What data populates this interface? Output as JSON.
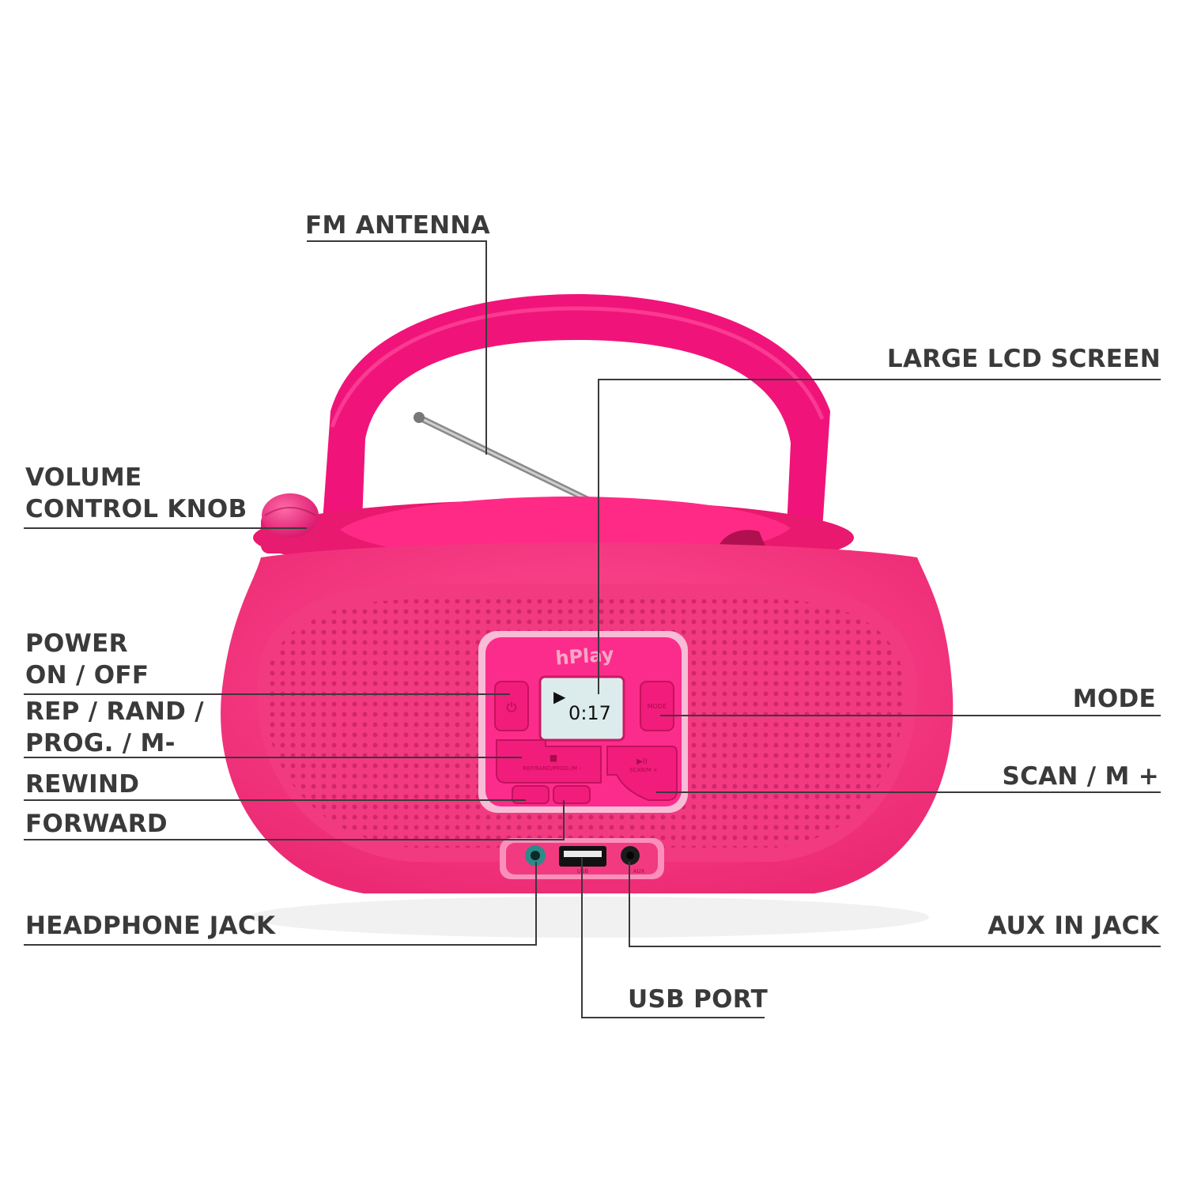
{
  "product": {
    "brand": "hPlay",
    "display": {
      "time": "0:17",
      "play_symbol": "▶"
    },
    "buttons": {
      "mode": "MODE",
      "rep": "REP/RAND/PROG./M -",
      "scan": "SCAN/M +",
      "stop_symbol": "■",
      "playpause_symbol": "▶II",
      "power_symbol": "⏻"
    },
    "ports": {
      "usb": "USB",
      "aux": "AUX"
    }
  },
  "callouts": {
    "fm_antenna": "FM ANTENNA",
    "lcd": "LARGE LCD SCREEN",
    "volume_line1": "VOLUME",
    "volume_line2": "CONTROL KNOB",
    "power_line1": "POWER",
    "power_line2": "ON / OFF",
    "rep_line1": "REP / RAND /",
    "rep_line2": "PROG. / M-",
    "rewind": "REWIND",
    "forward": "FORWARD",
    "mode": "MODE",
    "scan": "SCAN / M +",
    "headphone": "HEADPHONE JACK",
    "aux": "AUX IN JACK",
    "usb": "USB PORT"
  },
  "colors": {
    "body": "#f0307a",
    "body_light": "#ff5a9a",
    "handle": "#f0147a",
    "face": "#fc2c8c",
    "lcd": "#dcecec",
    "line": "#3a3a3a"
  }
}
